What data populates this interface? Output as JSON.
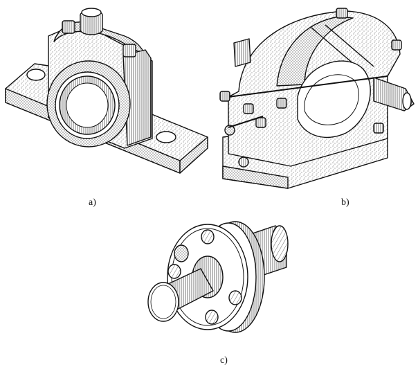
{
  "figure": {
    "captions": {
      "a": "a)",
      "b": "b)",
      "c": "c)"
    },
    "colors": {
      "ink": "#111111",
      "paper": "#ffffff",
      "stipple": "#444444"
    },
    "parts": [
      {
        "id": "a",
        "icon": "pillow-block-bearing-icon"
      },
      {
        "id": "b",
        "icon": "gear-reducer-housing-icon"
      },
      {
        "id": "c",
        "icon": "flange-coupling-icon"
      }
    ]
  }
}
